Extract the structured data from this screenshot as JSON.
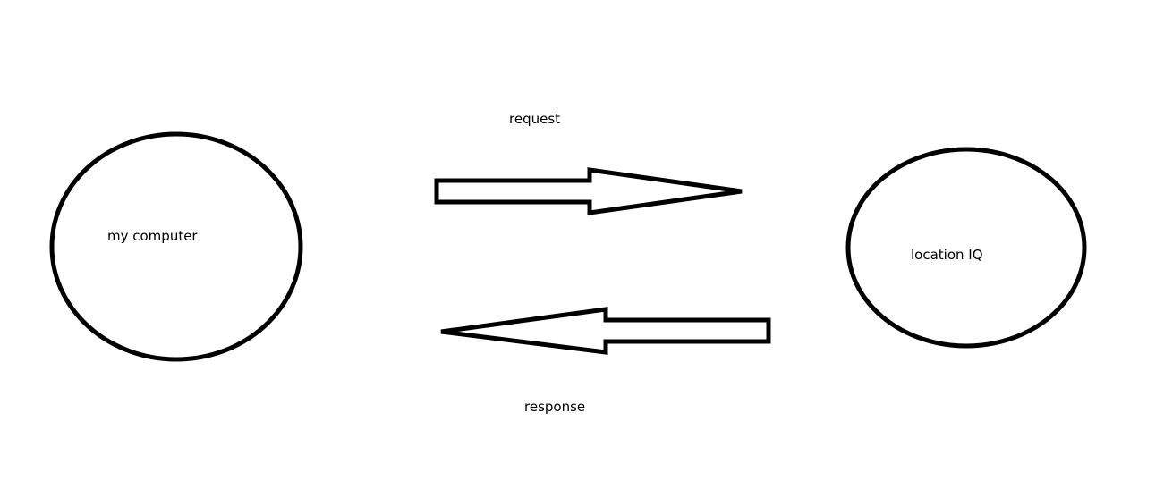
{
  "nodes": {
    "client": {
      "label": "my computer"
    },
    "server": {
      "label": "location IQ"
    }
  },
  "edges": {
    "request": {
      "label": "request",
      "direction": "client-to-server"
    },
    "response": {
      "label": "response",
      "direction": "server-to-client"
    }
  }
}
